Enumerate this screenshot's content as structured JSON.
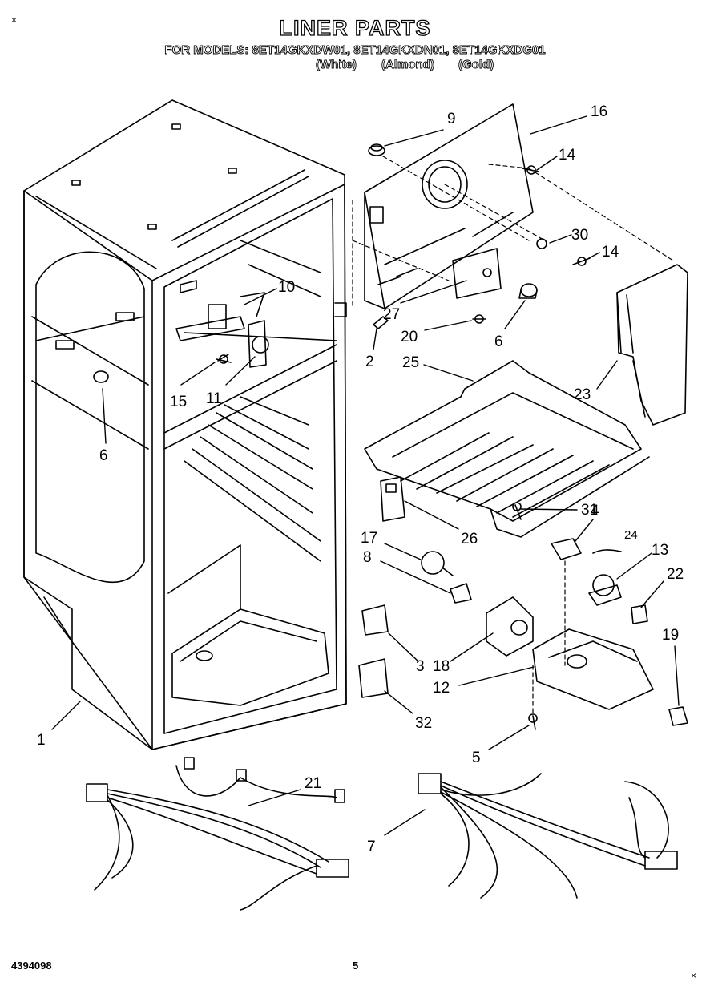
{
  "header": {
    "title": "LINER PARTS",
    "models": "FOR MODELS: 8ET14GKXDW01, 8ET14GKXDN01, 8ET14GKXDG01",
    "colors": [
      "(White)",
      "(Almond)",
      "(Gold)"
    ]
  },
  "footer": {
    "doc_number": "4394098",
    "page_number": "5"
  },
  "corner_marks": [
    "×",
    "×"
  ],
  "callouts": [
    "9",
    "16",
    "14",
    "30",
    "14",
    "10",
    "27",
    "20",
    "6",
    "2",
    "15",
    "11",
    "25",
    "23",
    "6",
    "31",
    "4",
    "24",
    "13",
    "17",
    "26",
    "8",
    "22",
    "3",
    "18",
    "12",
    "19",
    "32",
    "5",
    "1",
    "21",
    "7"
  ]
}
